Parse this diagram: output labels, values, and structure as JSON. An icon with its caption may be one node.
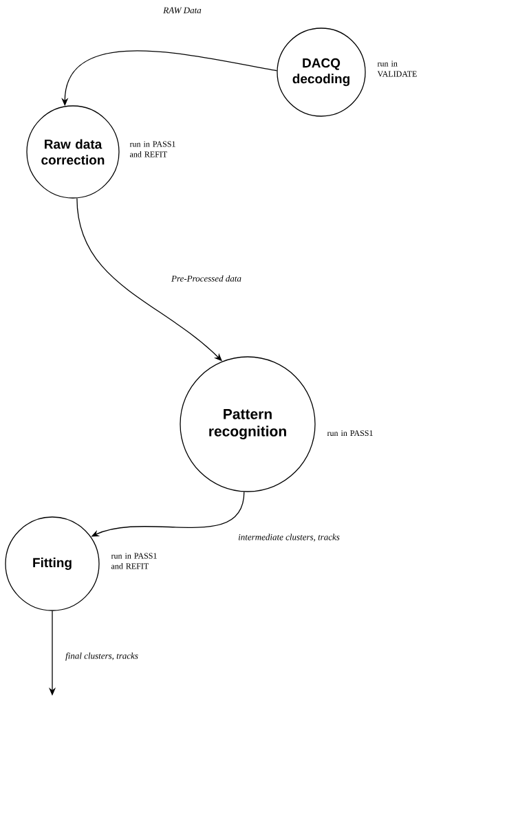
{
  "diagram": {
    "nodes": [
      {
        "text": [
          "DACQ decoding"
        ],
        "beside": [
          "run in VALIDATE"
        ]
      },
      {
        "text": [
          "Raw data correction"
        ],
        "beside": [
          "run in PASS1 and REFIT"
        ]
      },
      {
        "text": [
          "Pattern recognition"
        ],
        "beside": [
          "run in PASS1"
        ]
      },
      {
        "text": [
          "Fitting"
        ],
        "beside": [
          "run in PASS1 and REFIT"
        ]
      }
    ],
    "edges": [
      {
        "from": 0,
        "to": 1,
        "arrow": "to",
        "label": "RAW Data"
      },
      {
        "from": 1,
        "to": 2,
        "arrow": "to",
        "label": "Pre-Processed data"
      },
      {
        "from": 2,
        "to": 3,
        "arrow": "to",
        "label": "intermediate clusters, tracks"
      },
      {
        "from": 3,
        "to": null,
        "arrow": "to",
        "label": "final clusters, tracks"
      }
    ]
  }
}
